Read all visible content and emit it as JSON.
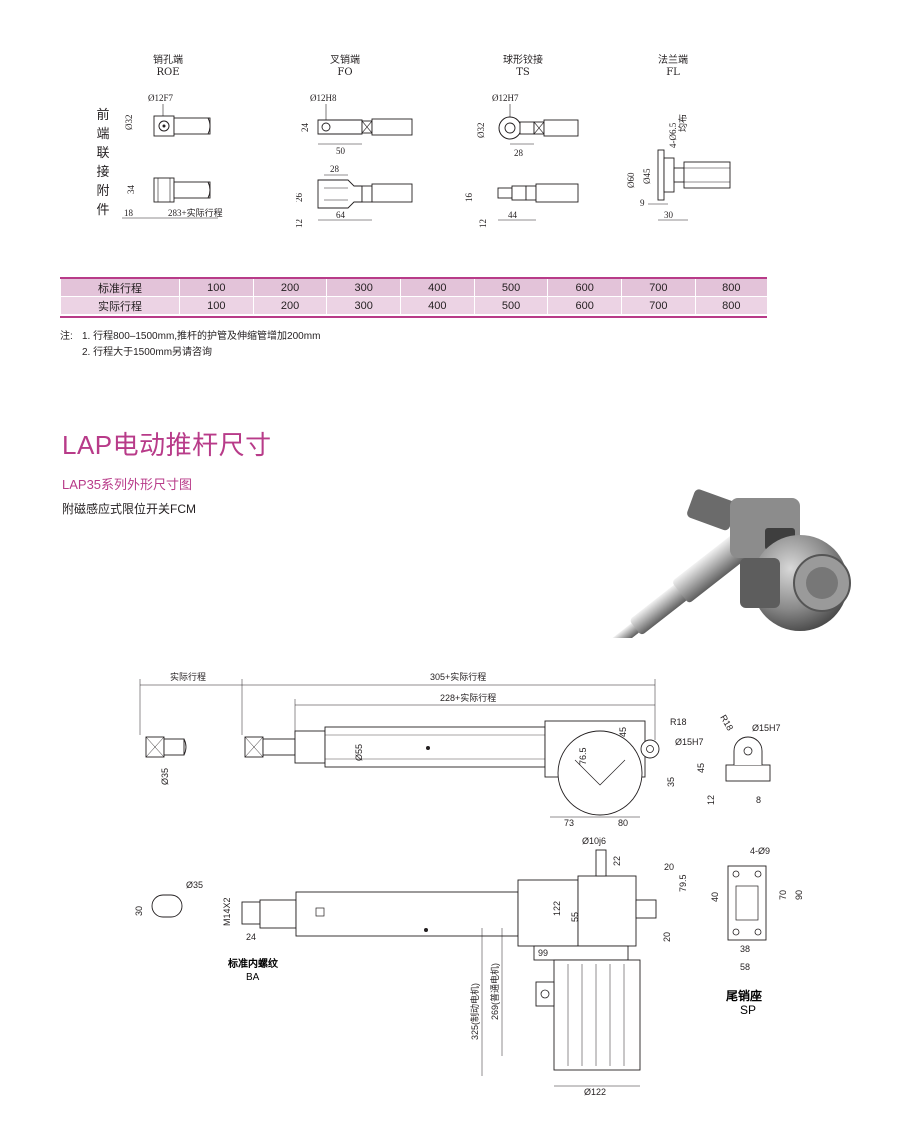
{
  "end_fittings": {
    "side_label": "前端联接附件",
    "roe": {
      "name": "销孔端",
      "code": "ROE",
      "d1": "Ø12F7",
      "d2": "Ø32",
      "d3": "34",
      "d4": "18",
      "d5": "283+实际行程"
    },
    "fo": {
      "name": "叉销端",
      "code": "FO",
      "d1": "Ø12H8",
      "d2": "24",
      "d3": "50",
      "d4": "28",
      "d5": "26",
      "d6": "12",
      "d7": "64"
    },
    "ts": {
      "name": "球形铰接",
      "code": "TS",
      "d1": "Ø12H7",
      "d2": "Ø32",
      "d3": "28",
      "d4": "16",
      "d5": "12",
      "d6": "44"
    },
    "fl": {
      "name": "法兰端",
      "code": "FL",
      "d1": "4-Ø6.5",
      "d1b": "均布",
      "d2": "Ø60",
      "d3": "Ø45",
      "d4": "9",
      "d5": "30"
    }
  },
  "stroke_table": {
    "rows": [
      {
        "label": "标准行程",
        "values": [
          "100",
          "200",
          "300",
          "400",
          "500",
          "600",
          "700",
          "800"
        ]
      },
      {
        "label": "实际行程",
        "values": [
          "100",
          "200",
          "300",
          "400",
          "500",
          "600",
          "700",
          "800"
        ]
      }
    ]
  },
  "notes": {
    "prefix": "注:",
    "line1": "1. 行程800–1500mm,推杆的护管及伸缩管增加200mm",
    "line2": "2. 行程大于1500mm另请咨询"
  },
  "heading": {
    "title": "LAP电动推杆尺寸",
    "subtitle": "LAP35系列外形尺寸图",
    "subtitle2": "附磁感应式限位开关FCM"
  },
  "drawing_top": {
    "actual_stroke": "实际行程",
    "total": "305+实际行程",
    "body": "228+实际行程",
    "d35": "Ø35",
    "d55": "Ø55",
    "d765": "76.5",
    "d45": "45",
    "r18": "R18",
    "d15h7": "Ø15H7",
    "d35b": "35",
    "d73": "73",
    "d80": "80",
    "r18b": "R18",
    "d15h7b": "Ø15H7",
    "d45b": "45",
    "d12": "12",
    "d8": "8"
  },
  "drawing_bottom": {
    "d35": "Ø35",
    "d30": "30",
    "m14": "M14X2",
    "d24": "24",
    "ba_title": "标准内螺纹",
    "ba_code": "BA",
    "d10j6": "Ø10j6",
    "d22": "22",
    "d20": "20",
    "d795": "79.5",
    "d122": "122",
    "d55": "55",
    "d20b": "20",
    "d99": "99",
    "d325": "325(制动电机)",
    "d269": "269(普通电机)",
    "d122b": "Ø122",
    "sp_d": "4-Ø9",
    "sp_40": "40",
    "sp_70": "70",
    "sp_90": "90",
    "sp_38": "38",
    "sp_58": "58",
    "sp_title": "尾销座",
    "sp_code": "SP"
  }
}
